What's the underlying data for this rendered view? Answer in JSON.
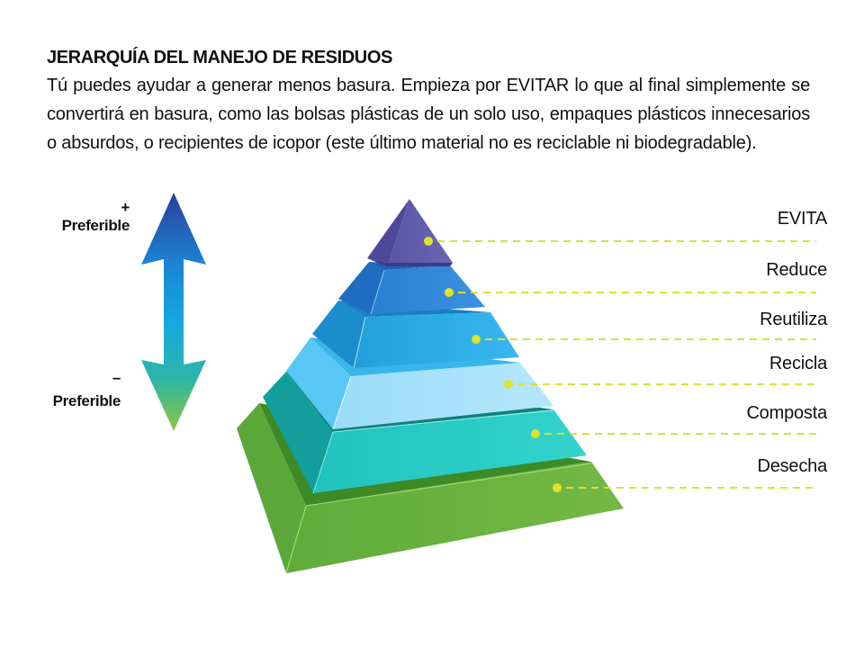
{
  "header": {
    "title": "JERARQUÍA DEL MANEJO DE RESIDUOS",
    "paragraph": "Tú puedes ayudar a generar menos basura. Empieza por EVITAR lo que al final simplemente se convertirá en basura, como las bolsas plásticas de un solo uso, empaques plásticos innecesarios o absurdos, o recipientes de icopor (este último material no es reciclable ni biodegradable)."
  },
  "scale": {
    "top_sign": "+",
    "top_label": "Preferible",
    "bottom_sign": "–",
    "bottom_label": "Preferible",
    "arrow_colors": {
      "top": "#2b3f99",
      "middle": "#16a8e0",
      "bottom": "#8cc63f"
    }
  },
  "pyramid": {
    "tiers": [
      {
        "label": "EVITA",
        "color": "#5b56a8"
      },
      {
        "label": "Reduce",
        "color": "#2f85d4"
      },
      {
        "label": "Reutiliza",
        "color": "#2aa6e2"
      },
      {
        "label": "Recicla",
        "color": "#8fd8f7"
      },
      {
        "label": "Composta",
        "color": "#26c7c3"
      },
      {
        "label": "Desecha",
        "color": "#63ad3b"
      }
    ],
    "connector_color": "#d8e03a"
  }
}
